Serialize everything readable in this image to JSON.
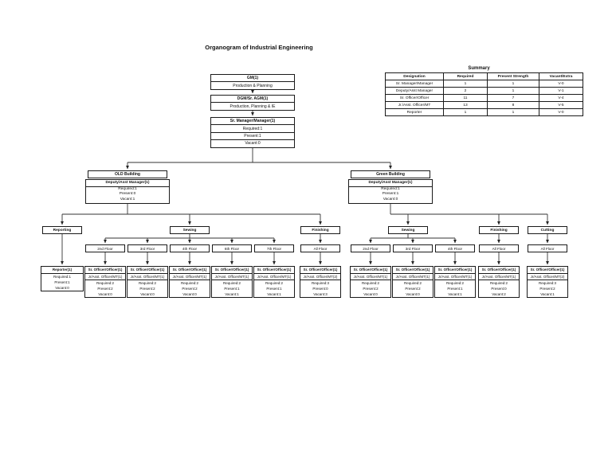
{
  "title": "Organogram of Industrial Engineering",
  "summary": {
    "title": "Summary",
    "columns": [
      "Designation",
      "Required",
      "Present Strength",
      "Vacant/Extra"
    ],
    "rows": [
      [
        "Sr. Manager/Manager",
        "1",
        "1",
        "V-0"
      ],
      [
        "Deputy/Asst Manager",
        "2",
        "1",
        "V-1"
      ],
      [
        "Sr. Officer/Officer",
        "11",
        "7",
        "V-4"
      ],
      [
        "Jr./Asst. Officer/MT",
        "13",
        "8",
        "V-5"
      ],
      [
        "Reporter",
        "1",
        "1",
        "V-0"
      ]
    ]
  },
  "top": {
    "gm": {
      "title": "GM(1)",
      "dept": "Production & Planning"
    },
    "dgm": {
      "title": "DGM/Sr. AGM(1)",
      "dept": "Production, Planning & IE"
    },
    "manager": {
      "title": "Sr. Manager/Manager(1)",
      "required": "Required:1",
      "present": "Present:1",
      "vacant": "Vacant:0"
    }
  },
  "buildings": [
    {
      "name": "OLD Building",
      "head": "Deputy/Asst Manager(1)",
      "required": "Required:1",
      "present": "Present:0",
      "vacant": "Vacant:1"
    },
    {
      "name": "Green Building",
      "head": "Deputy/Asst Manager(1)",
      "required": "Required:1",
      "present": "Present:1",
      "vacant": "Vacant:0"
    }
  ],
  "sections": [
    {
      "label": "Reporting"
    },
    {
      "label": "Sewing"
    },
    {
      "label": "Finishing"
    },
    {
      "label": "Sewing"
    },
    {
      "label": "Finishing"
    },
    {
      "label": "Cutting"
    }
  ],
  "floors": [
    {
      "label": "2nd Floor"
    },
    {
      "label": "3rd Floor"
    },
    {
      "label": "4th Floor"
    },
    {
      "label": "6th Floor"
    },
    {
      "label": "7th Floor"
    },
    {
      "label": "All Floor"
    },
    {
      "label": "2nd Floor"
    },
    {
      "label": "3rd Floor"
    },
    {
      "label": "4th Floor"
    },
    {
      "label": "All Floor"
    },
    {
      "label": "All Floor"
    }
  ],
  "units": [
    {
      "role1": "Reporter(1)",
      "required": "Required:1",
      "present": "Present:1",
      "vacant": "Vacant:0"
    },
    {
      "role1": "Sr. Officer/Officer(1)",
      "role2": "Jr/Asst. Officer/MT(1)",
      "required": "Required:2",
      "present": "Present:2",
      "vacant": "Vacant:0"
    },
    {
      "role1": "Sr. Officer/Officer(1)",
      "role2": "Jr/Asst. Officer/MT(1)",
      "required": "Required:2",
      "present": "Present:2",
      "vacant": "Vacant:0"
    },
    {
      "role1": "Sr. Officer/Officer(1)",
      "role2": "Jr/Asst. Officer/MT(1)",
      "required": "Required:2",
      "present": "Present:2",
      "vacant": "Vacant:0"
    },
    {
      "role1": "Sr. Officer/Officer(1)",
      "role2": "Jr/Asst. Officer/MT(1)",
      "required": "Required:2",
      "present": "Present:1",
      "vacant": "Vacant:1"
    },
    {
      "role1": "Sr. Officer/Officer(1)",
      "role2": "Jr/Asst. Officer/MT(1)",
      "required": "Required:2",
      "present": "Present:1",
      "vacant": "Vacant:1"
    },
    {
      "role1": "Sr. Officer/Officer(1)",
      "role2": "Jr/Asst. Officer/MT(2)",
      "required": "Required:3",
      "present": "Present:0",
      "vacant": "Vacant:3"
    },
    {
      "role1": "Sr. Officer/Officer(1)",
      "role2": "Jr/Asst. Officer/MT(1)",
      "required": "Required:2",
      "present": "Present:2",
      "vacant": "Vacant:0"
    },
    {
      "role1": "Sr. Officer/Officer(1)",
      "role2": "Jr/Asst. Officer/MT(1)",
      "required": "Required:2",
      "present": "Present:2",
      "vacant": "Vacant:0"
    },
    {
      "role1": "Sr. Officer/Officer(1)",
      "role2": "Jr/Asst. Officer/MT(1)",
      "required": "Required:2",
      "present": "Present:1",
      "vacant": "Vacant:1"
    },
    {
      "role1": "Sr. Officer/Officer(1)",
      "role2": "Jr/Asst. Officer/MT(1)",
      "required": "Required:2",
      "present": "Present:0",
      "vacant": "Vacant:2"
    },
    {
      "role1": "Sr. Officer/Officer(1)",
      "role2": "Jr/Asst. Officer/MT(2)",
      "required": "Required:3",
      "present": "Present:2",
      "vacant": "Vacant:1"
    }
  ]
}
